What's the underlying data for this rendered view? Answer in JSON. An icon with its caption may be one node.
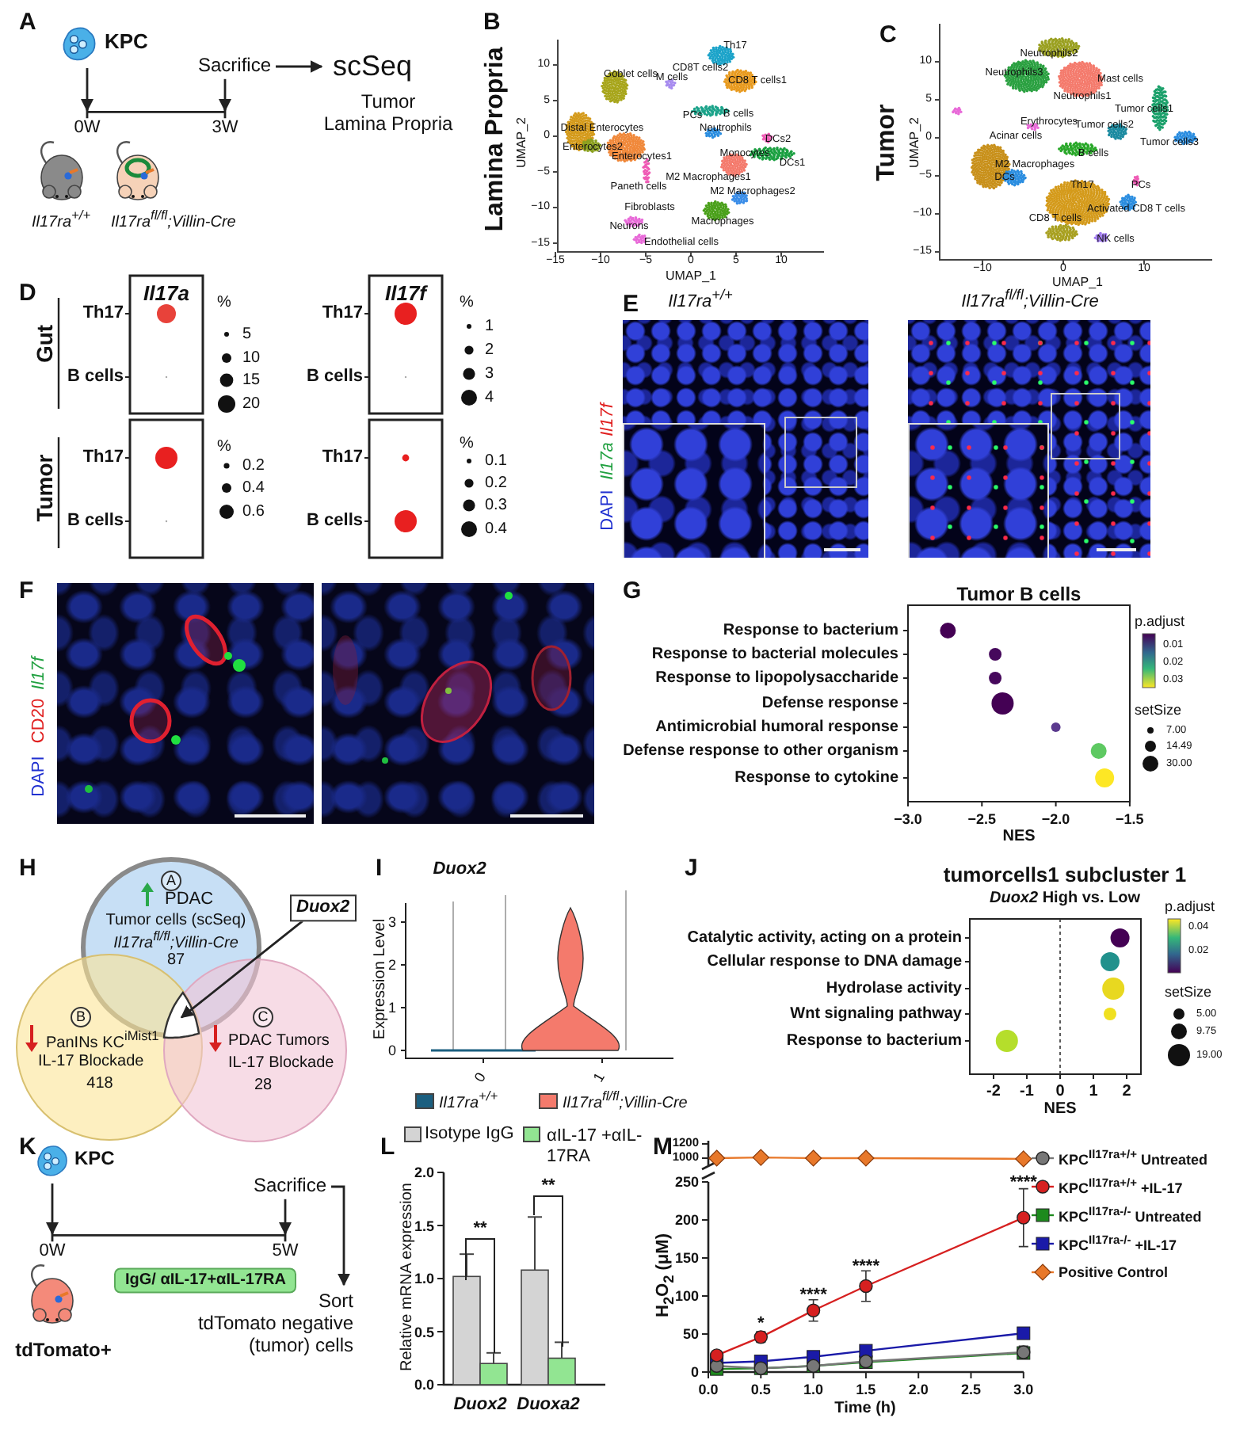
{
  "diagram": {
    "nodes": [
      {
        "text": [
          "KPC"
        ]
      },
      {
        "text": [
          "Sacrifice"
        ]
      },
      {
        "text": [
          "scSeq",
          "Tumor",
          "Lamina Propria"
        ]
      },
      {
        "text": [
          "0W"
        ]
      },
      {
        "text": [
          "3W"
        ]
      },
      {
        "text": [
          "PDAC",
          "Tumor cells (scSeq)",
          "Il17ra$^{fl/fl}$;Villin-Cre",
          "87"
        ]
      },
      {
        "text": [
          "A"
        ],
        "in": 5
      },
      {
        "text": [
          "PanINs KC$^{iMist1}$",
          "IL-17 Blockade",
          "418"
        ]
      },
      {
        "text": [
          "B"
        ],
        "in": 7
      },
      {
        "text": [
          "PDAC Tumors",
          "IL-17 Blockade",
          "28"
        ]
      },
      {
        "text": [
          "C"
        ],
        "in": 9
      },
      {
        "text": [
          "Duox2"
        ]
      },
      {
        "text": [
          "KPC"
        ]
      },
      {
        "text": [
          "Sacrifice"
        ]
      },
      {
        "text": [
          "0W"
        ]
      },
      {
        "text": [
          "5W"
        ]
      },
      {
        "text": [
          "IgG/ αIL-17+αIL-17RA"
        ]
      },
      {
        "text": [
          "Sort",
          "tdTomato negative (tumor) cells"
        ]
      },
      {
        "text": [],
        "shape": "triangle"
      }
    ],
    "edges": [
      {
        "from": 0,
        "to": 3,
        "arrow": "to"
      },
      {
        "from": 1,
        "to": 4,
        "arrow": "to"
      },
      {
        "from": 1,
        "to": 2,
        "arrow": "to"
      },
      {
        "from": 3,
        "to": 4,
        "arrow": "none"
      },
      {
        "from": 11,
        "to": 18,
        "arrow": "to"
      },
      {
        "from": 12,
        "to": 14,
        "arrow": "to"
      },
      {
        "from": 13,
        "to": 15,
        "arrow": "to"
      },
      {
        "from": 13,
        "to": 17,
        "arrow": "to"
      },
      {
        "from": 14,
        "to": 15,
        "arrow": "none"
      }
    ],
    "labels": [
      "A",
      "B",
      "C",
      "D",
      "E",
      "F",
      "G",
      "H",
      "I",
      "J",
      "K",
      "L",
      "M",
      "Il17ra$^{+/+}$",
      "Il17ra$^{fl/fl}$;Villin-Cre",
      "Lamina Propria",
      "UMAP_2",
      "UMAP_1",
      "10",
      "5",
      "0",
      "−5",
      "−10",
      "−15",
      "−15",
      "−10",
      "−5",
      "0",
      "5",
      "10",
      "Goblet cells",
      "M cells",
      "CD8T cells2",
      "Th17",
      "CD8 T cells1",
      "Distal Enterocytes",
      "Enterocytes2",
      "PCs",
      "B cells",
      "Neutrophils",
      "DCs2",
      "Enterocytes1",
      "Monocytes",
      "DCs1",
      "M2 Macrophages1",
      "Paneth cells",
      "M2 Macrophages2",
      "Fibroblasts",
      "Neurons",
      "Macrophages",
      "Endothelial cells",
      "Tumor",
      "UMAP_2",
      "UMAP_1",
      "10",
      "5",
      "0",
      "−5",
      "−10",
      "−15",
      "−10",
      "0",
      "10",
      "Neutrophils2",
      "Neutrophils3",
      "Neutrophils1",
      "Mast cells",
      "Tumor cells1",
      "Erythrocytes",
      "Tumor cells2",
      "Acinar cells",
      "Tumor cells3",
      "B cells",
      "M2 Macrophages",
      "DCs",
      "Th17",
      "PCs",
      "Activated CD8 T cells",
      "CD8 T cells",
      "NK cells",
      "Il17a",
      "Il17f",
      "Gut",
      "Tumor",
      "Th17",
      "B cells",
      "Th17",
      "B cells",
      "Th17",
      "B cells",
      "Th17",
      "B cells",
      "%",
      "5",
      "10",
      "15",
      "20",
      "%",
      "1",
      "2",
      "3",
      "4",
      "%",
      "0.2",
      "0.4",
      "0.6",
      "%",
      "0.1",
      "0.2",
      "0.3",
      "0.4",
      "Il17ra$^{+/+}$",
      "Il17ra$^{fl/fl}$;Villin-Cre",
      "DAPI",
      "Il17a",
      "Il17f",
      "DAPI",
      "CD20",
      "Il17f",
      "Tumor B cells",
      "Response to bacterium",
      "Response to bacterial molecules",
      "Response to lipopolysaccharide",
      "Defense response",
      "Antimicrobial humoral response",
      "Defense response to other organism",
      "Response to cytokine",
      "−3.0",
      "−2.5",
      "−2.0",
      "−1.5",
      "NES",
      "p.adjust",
      "0.01",
      "0.02",
      "0.03",
      "setSize",
      "7.00",
      "14.49",
      "30.00",
      "Duox2",
      "Expression Level",
      "0",
      "1",
      "2",
      "3",
      "0",
      "1",
      "tumorcells1 subcluster 1",
      "*Duox2* High vs. Low",
      "Catalytic activity, acting on a protein",
      "Cellular response to DNA damage",
      "Hydrolase activity",
      "Wnt signaling pathway",
      "Response to bacterium",
      "-2",
      "-1",
      "0",
      "1",
      "2",
      "NES",
      "p.adjust",
      "0.04",
      "0.02",
      "setSize",
      "5.00",
      "9.75",
      "19.00",
      "tdTomato+",
      "H$_{2}$O$_{2}$ (μM)",
      "Time (h)",
      "0",
      "50",
      "100",
      "150",
      "200",
      "250",
      "1000",
      "1200",
      "0.0",
      "0.5",
      "1.0",
      "1.5",
      "2.0",
      "2.5",
      "3.0",
      "*",
      "****",
      "****",
      "****"
    ],
    "legend": [
      {
        "text": "Il17ra$^{+/+}$",
        "color": "#1b5f80"
      },
      {
        "text": "Il17ra$^{fl/fl}$;Villin-Cre",
        "color": "#f47a6c"
      },
      {
        "text": "KPC$^{Il17ra+/+}$ Untreated"
      },
      {
        "text": "KPC$^{Il17ra+/+}$ +IL-17"
      },
      {
        "text": "KPC$^{Il17ra-/-}$ Untreated"
      },
      {
        "text": "KPC$^{Il17ra-/-}$ +IL-17"
      },
      {
        "text": "Positive Control"
      }
    ],
    "chart_data": {
      "type": "bar",
      "ylabel": "Relative mRNA expression",
      "categories": [
        "Duox2",
        "Duoxa2"
      ],
      "series": [
        {
          "name": "Isotype IgG",
          "color": "#d4d4d4",
          "values": [
            1.02,
            1.08
          ],
          "errors": [
            0.21,
            0.5
          ]
        },
        {
          "name": "αIL-17 +αIL-17RA",
          "color": "#92e592",
          "values": [
            0.2,
            0.25
          ],
          "errors": [
            0.1,
            0.15
          ]
        }
      ],
      "legend": "top",
      "ylim": [
        0,
        2
      ],
      "yticks": [
        {
          "value": 0,
          "label": "0.0"
        },
        {
          "value": 0.5,
          "label": "0.5"
        },
        {
          "value": 1,
          "label": "1.0"
        },
        {
          "value": 1.5,
          "label": "1.5"
        },
        {
          "value": 2,
          "label": "2.0"
        }
      ],
      "annotations": [
        "**",
        "**"
      ]
    }
  }
}
